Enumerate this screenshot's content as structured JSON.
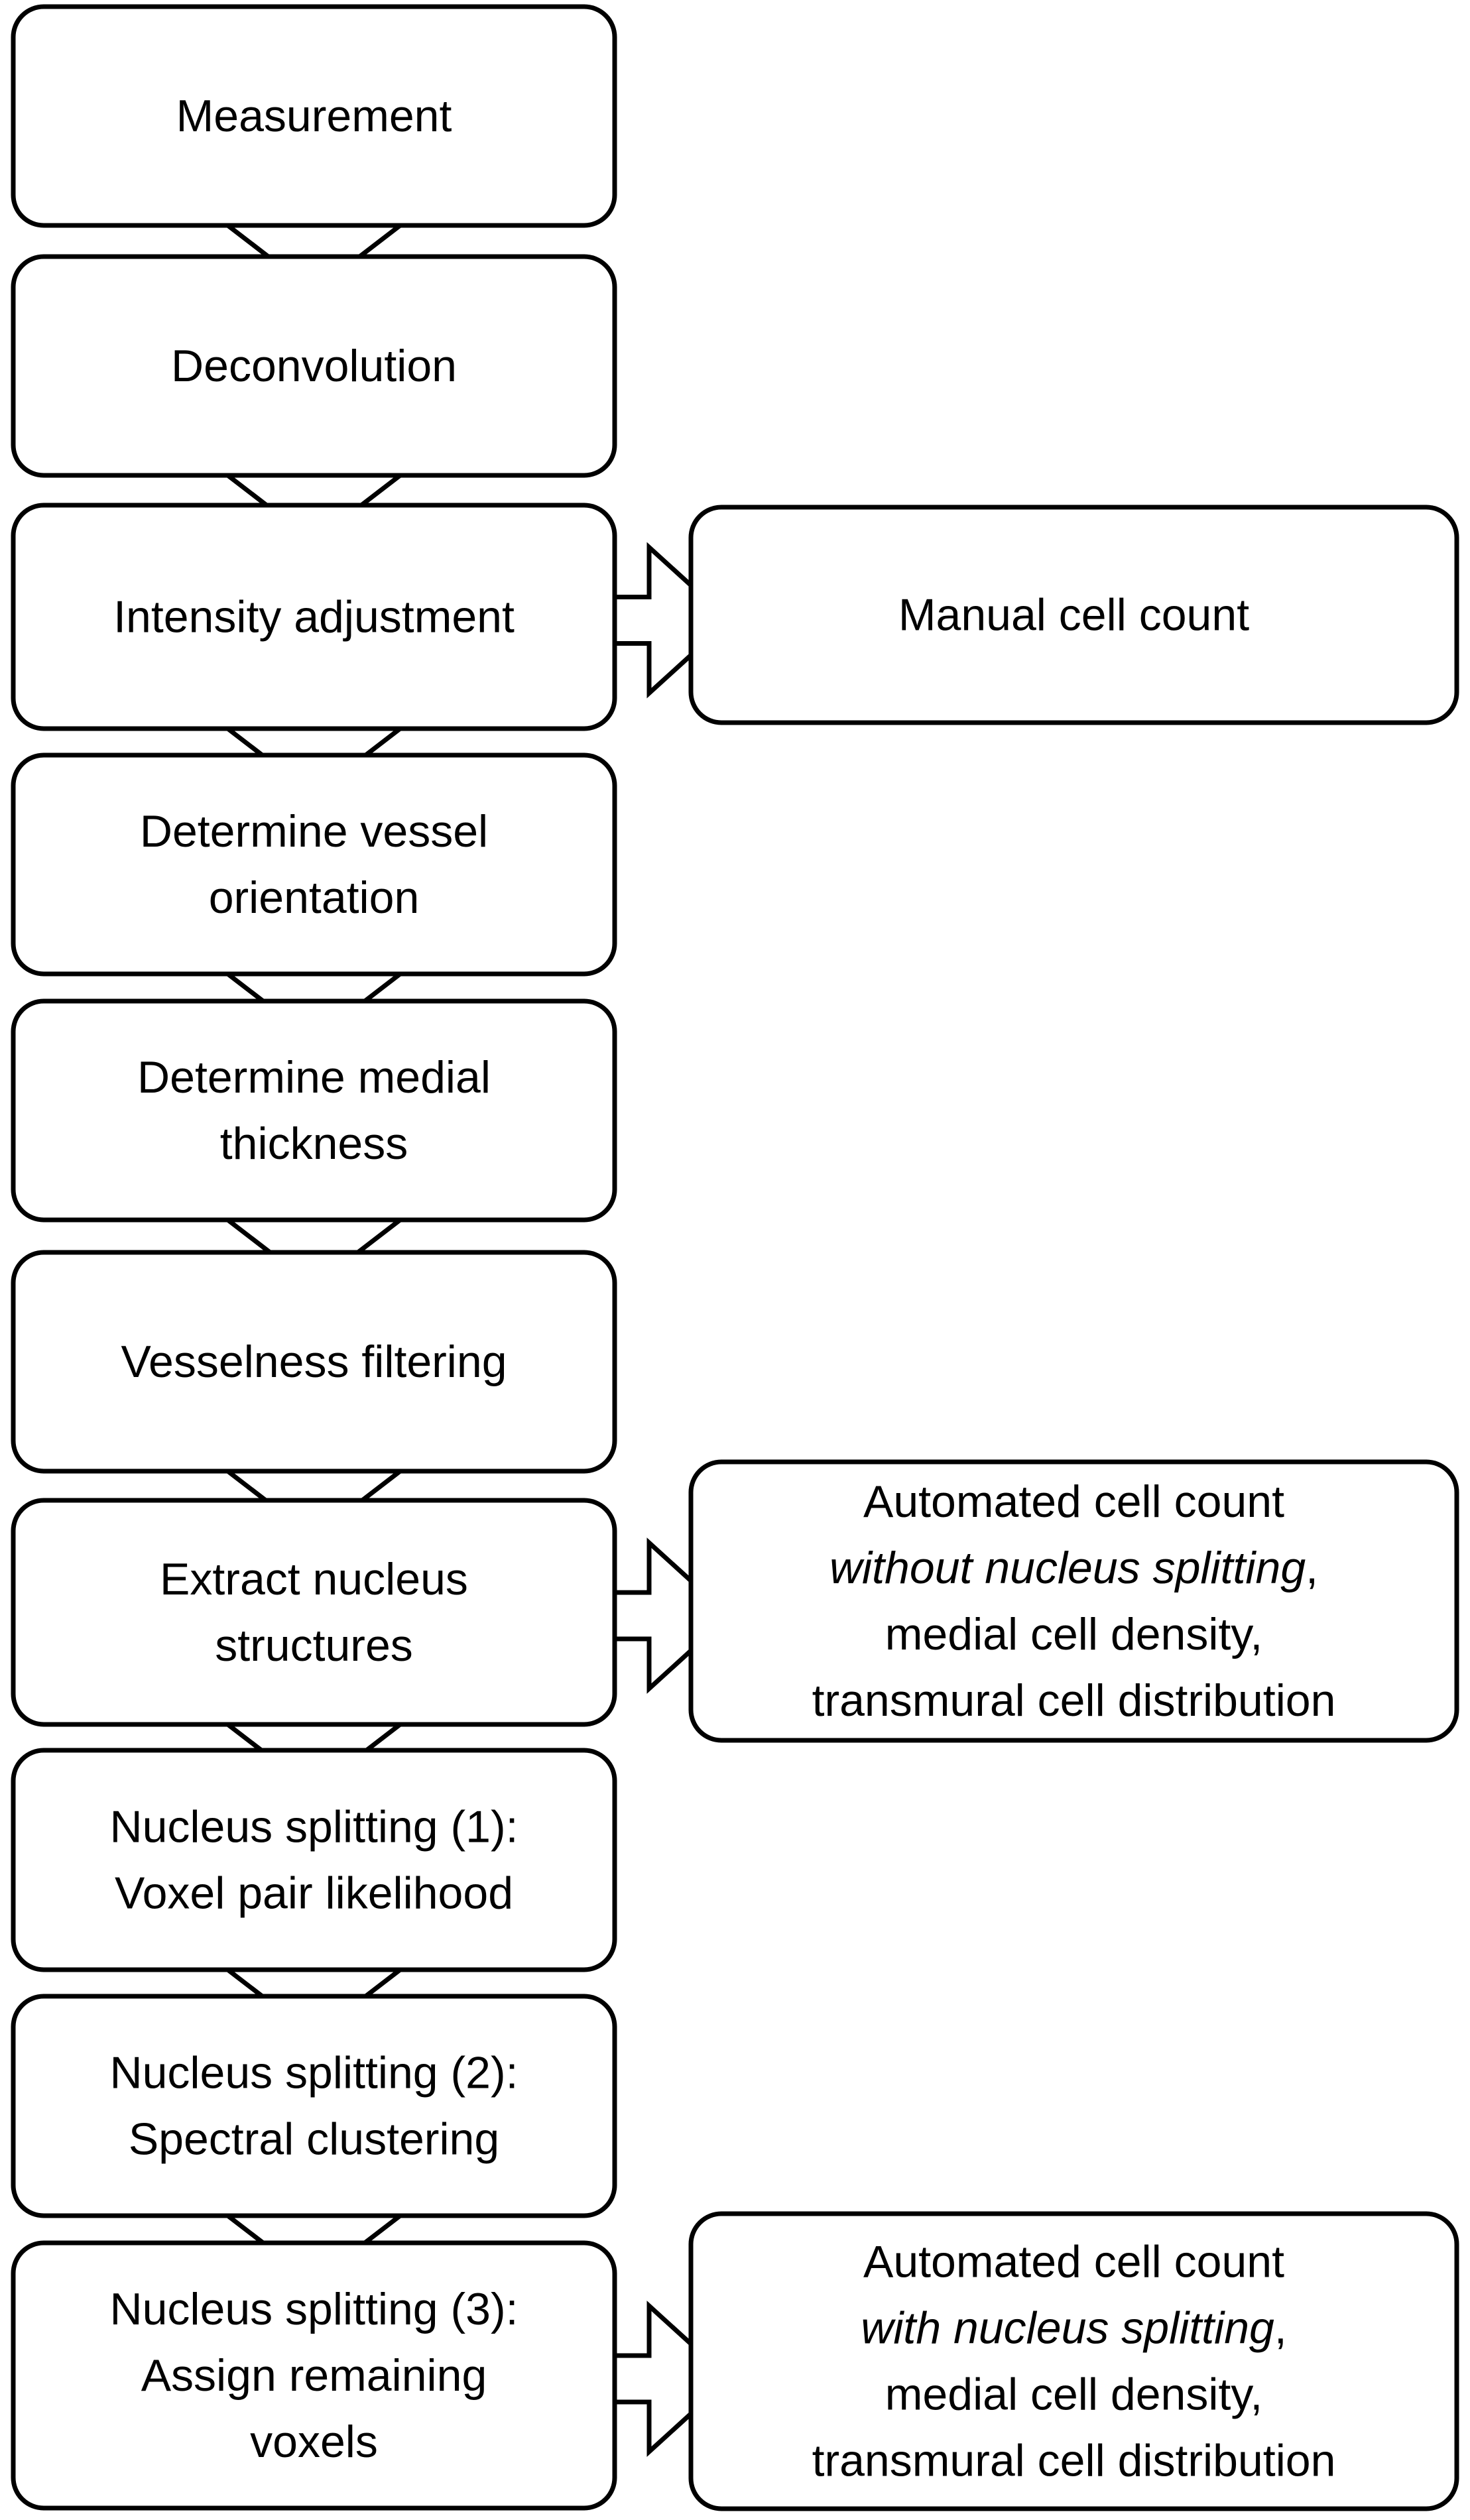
{
  "steps": [
    {
      "lines": [
        "Measurement"
      ]
    },
    {
      "lines": [
        "Deconvolution"
      ]
    },
    {
      "lines": [
        "Intensity adjustment"
      ]
    },
    {
      "lines": [
        "Determine vessel",
        "orientation"
      ]
    },
    {
      "lines": [
        "Determine medial",
        "thickness"
      ]
    },
    {
      "lines": [
        "Vesselness filtering"
      ]
    },
    {
      "lines": [
        "Extract nucleus",
        "structures"
      ]
    },
    {
      "lines": [
        "Nucleus splitting (1):",
        "Voxel pair likelihood"
      ]
    },
    {
      "lines": [
        "Nucleus splitting (2):",
        "Spectral clustering"
      ]
    },
    {
      "lines": [
        "Nucleus splitting (3):",
        "Assign remaining",
        "voxels"
      ]
    }
  ],
  "outputs": [
    {
      "from_step": 2,
      "lines": [
        [
          {
            "t": "Manual cell count",
            "i": false
          }
        ]
      ]
    },
    {
      "from_step": 6,
      "lines": [
        [
          {
            "t": "Automated cell count",
            "i": false
          }
        ],
        [
          {
            "t": "without nucleus splitting",
            "i": true
          },
          {
            "t": ",",
            "i": false
          }
        ],
        [
          {
            "t": "medial cell density,",
            "i": false
          }
        ],
        [
          {
            "t": "transmural cell distribution",
            "i": false
          }
        ]
      ]
    },
    {
      "from_step": 9,
      "lines": [
        [
          {
            "t": "Automated cell count",
            "i": false
          }
        ],
        [
          {
            "t": "with nucleus splitting",
            "i": true
          },
          {
            "t": ",",
            "i": false
          }
        ],
        [
          {
            "t": "medial cell density,",
            "i": false
          }
        ],
        [
          {
            "t": "transmural cell distribution",
            "i": false
          }
        ]
      ]
    }
  ]
}
